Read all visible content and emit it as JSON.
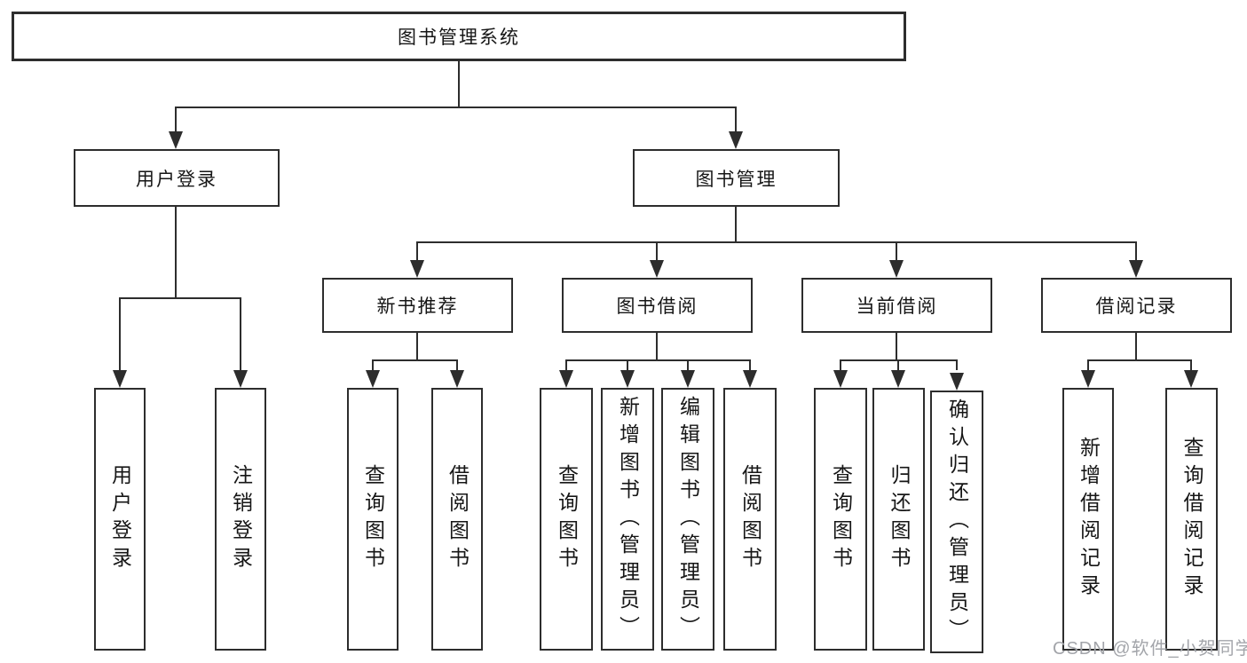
{
  "root": {
    "label": "图书管理系统",
    "children": [
      {
        "label": "用户登录",
        "children": [
          {
            "label": "用户登录"
          },
          {
            "label": "注销登录"
          }
        ]
      },
      {
        "label": "图书管理",
        "children": [
          {
            "label": "新书推荐",
            "children": [
              {
                "label": "查询图书"
              },
              {
                "label": "借阅图书"
              }
            ]
          },
          {
            "label": "图书借阅",
            "children": [
              {
                "label": "查询图书"
              },
              {
                "label": "新增图书（管理员）"
              },
              {
                "label": "编辑图书（管理员）"
              },
              {
                "label": "借阅图书"
              }
            ]
          },
          {
            "label": "当前借阅",
            "children": [
              {
                "label": "查询图书"
              },
              {
                "label": "归还图书"
              },
              {
                "label": "确认归还（管理员）"
              }
            ]
          },
          {
            "label": "借阅记录",
            "children": [
              {
                "label": "新增借阅记录"
              },
              {
                "label": "查询借阅记录"
              }
            ]
          }
        ]
      }
    ]
  },
  "watermark": {
    "text": "CSDN @软件_小贺同学"
  },
  "colors": {
    "line": "#2d2d2d",
    "box_fill": "#ffffff",
    "text": "#161616",
    "watermark": "#a3a5aa"
  }
}
